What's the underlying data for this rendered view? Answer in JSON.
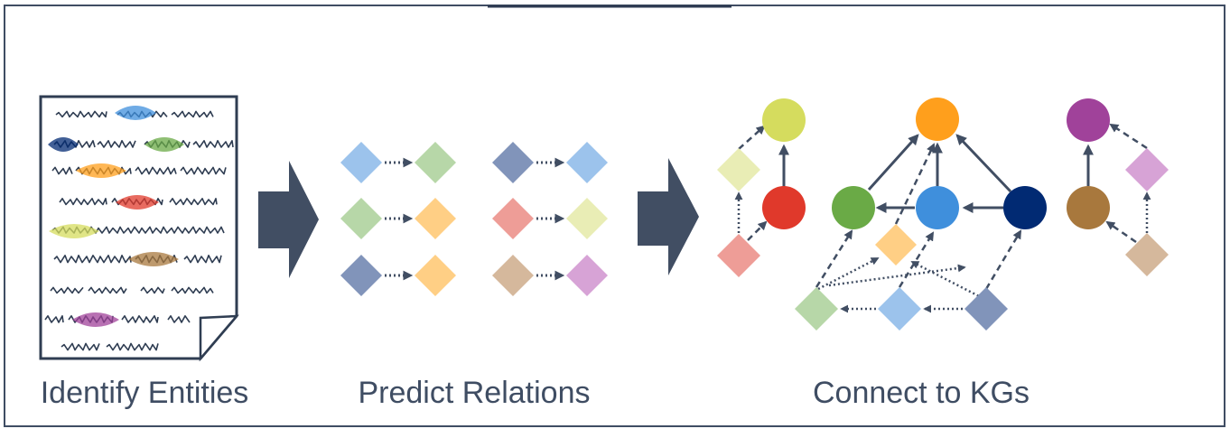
{
  "stages": [
    {
      "id": "identify",
      "label": "Identify Entities"
    },
    {
      "id": "predict",
      "label": "Predict Relations"
    },
    {
      "id": "connect",
      "label": "Connect to KGs"
    }
  ],
  "colors": {
    "frame": "#3f4d63",
    "arrow": "#414e63",
    "ink": "#2f3d52",
    "light_blue": "#9cc3ec",
    "light_green": "#b7d7a8",
    "slate": "#8194ba",
    "light_orange": "#ffcf85",
    "salmon": "#ee9d97",
    "pale_yellow": "#e9edb5",
    "tan": "#d5b89c",
    "lilac": "#d7a3d6",
    "yellow_green": "#d5dc5e",
    "red": "#e0392b",
    "orange": "#ff9f1c",
    "green": "#6aaa46",
    "blue": "#3f8fdc",
    "navy": "#012a73",
    "purple": "#a0429a",
    "brown": "#a8783d"
  }
}
